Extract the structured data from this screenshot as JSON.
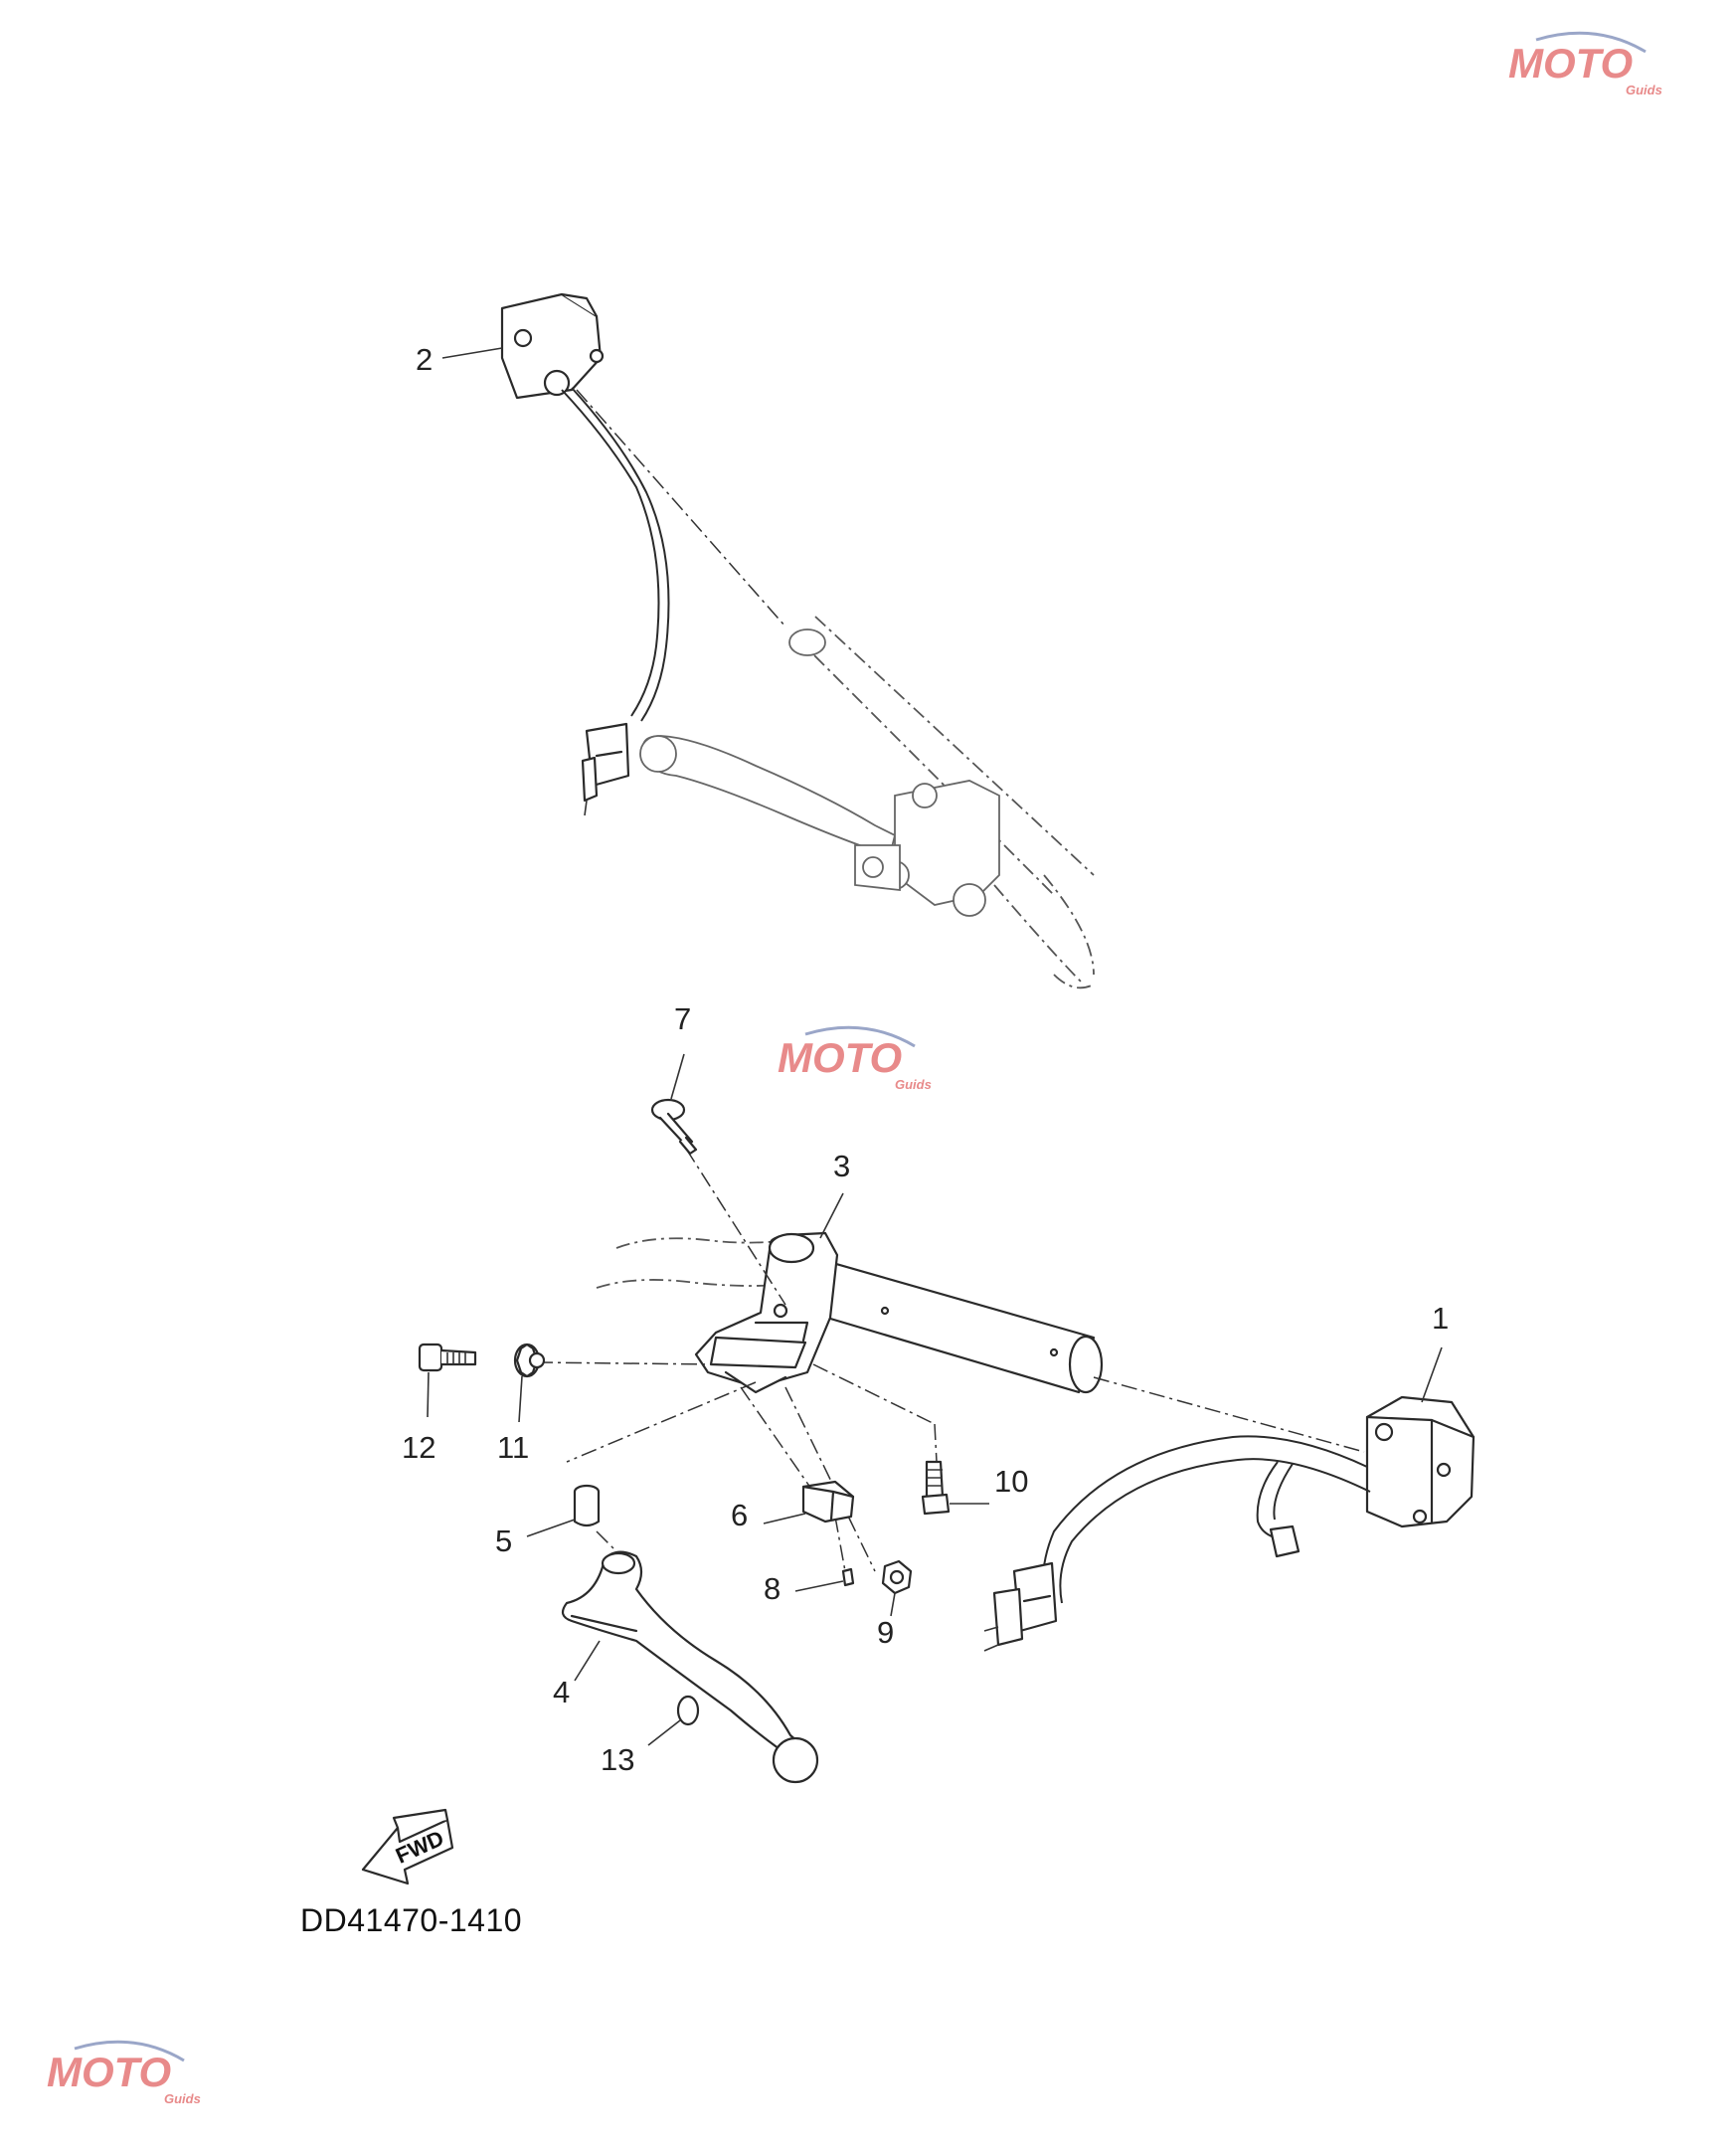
{
  "diagram_code": "DD41470-1410",
  "fwd_label": "FWD",
  "callouts": [
    {
      "id": "2",
      "label": "2"
    },
    {
      "id": "7",
      "label": "7"
    },
    {
      "id": "3",
      "label": "3"
    },
    {
      "id": "1",
      "label": "1"
    },
    {
      "id": "12",
      "label": "12"
    },
    {
      "id": "11",
      "label": "11"
    },
    {
      "id": "10",
      "label": "10"
    },
    {
      "id": "6",
      "label": "6"
    },
    {
      "id": "5",
      "label": "5"
    },
    {
      "id": "8",
      "label": "8"
    },
    {
      "id": "9",
      "label": "9"
    },
    {
      "id": "4",
      "label": "4"
    },
    {
      "id": "13",
      "label": "13"
    }
  ],
  "watermark": {
    "text": "MOTO",
    "sub": "Guids",
    "color": "#e88a8a"
  }
}
